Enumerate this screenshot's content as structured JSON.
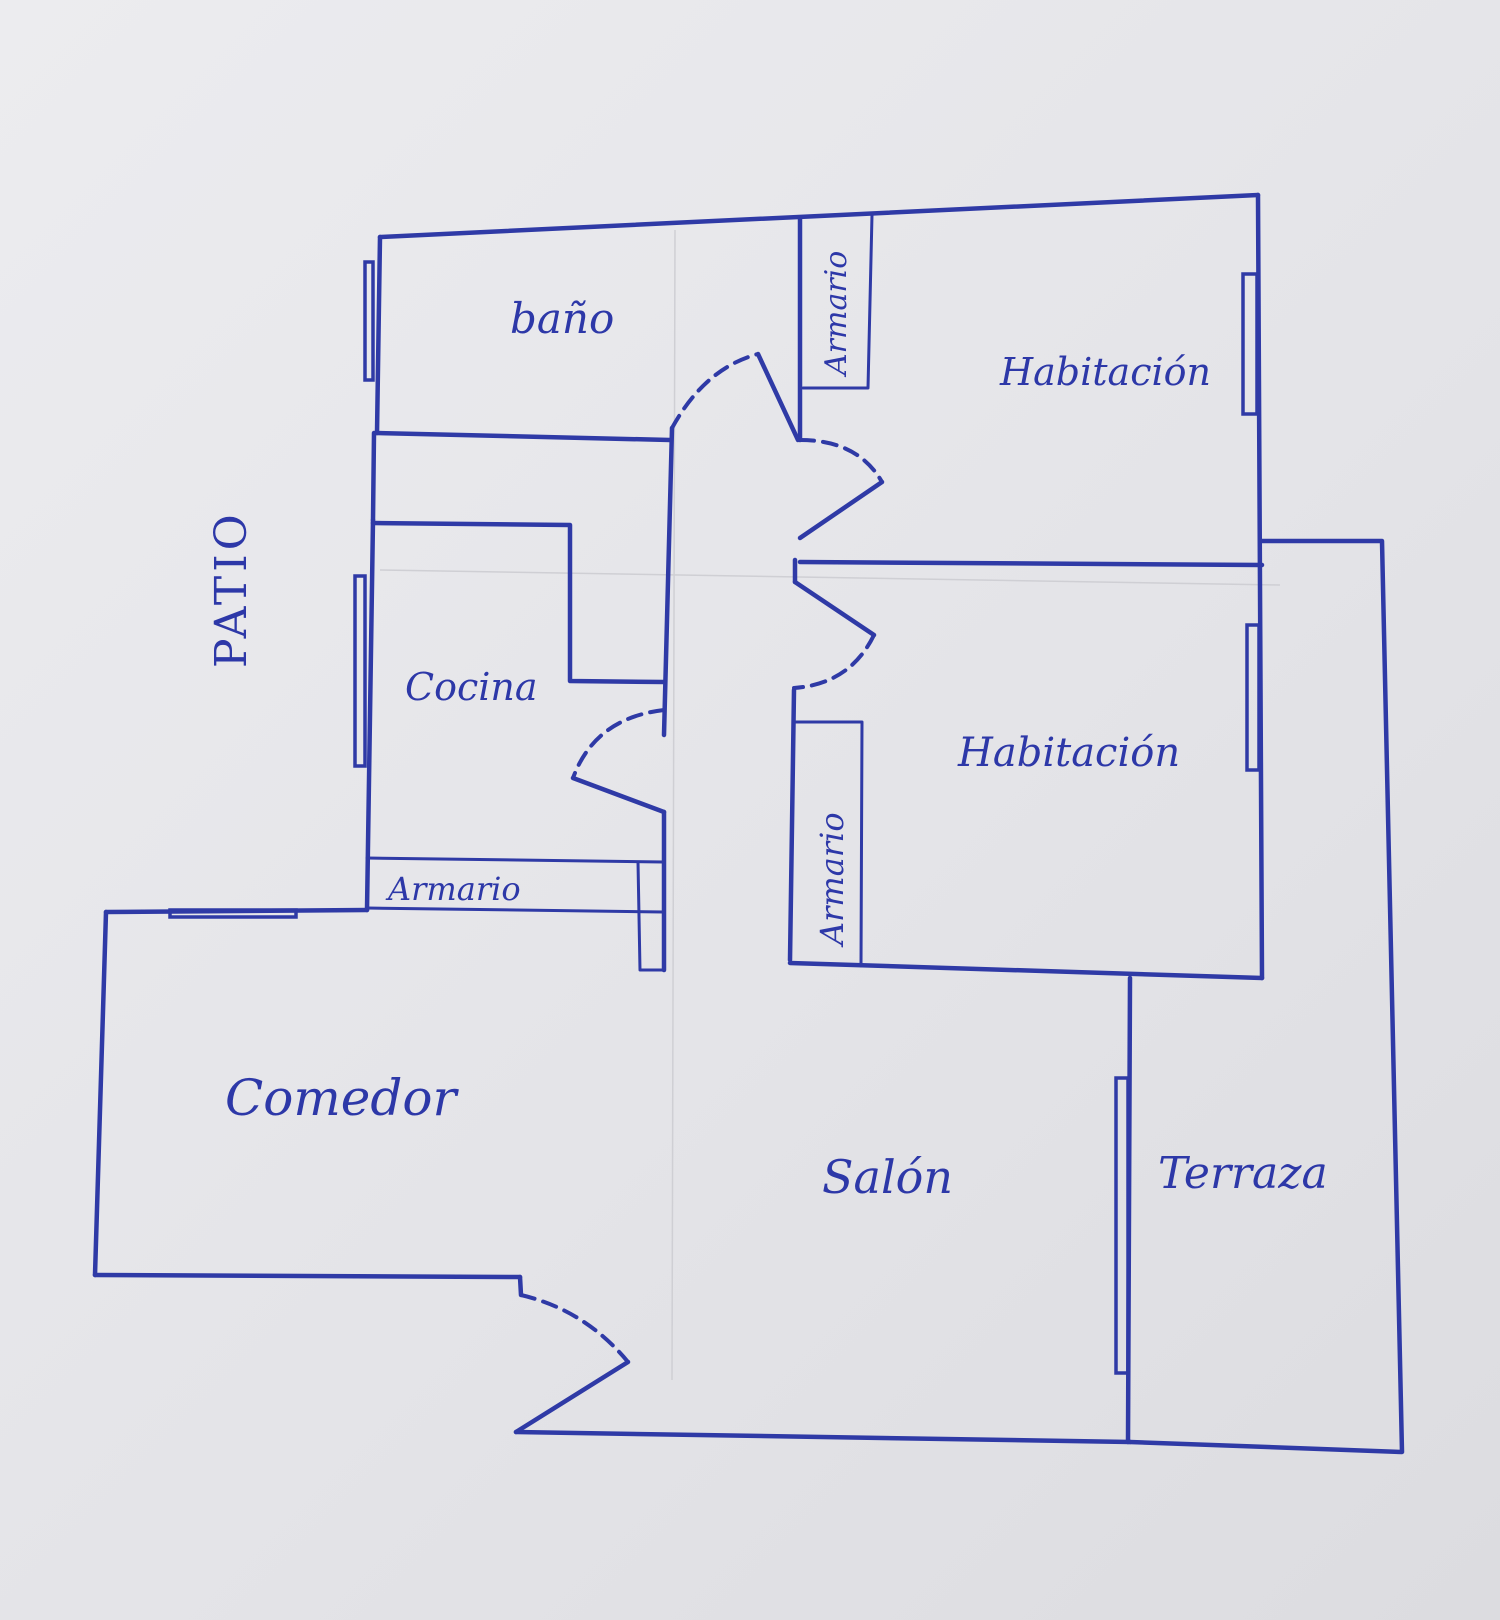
{
  "colors": {
    "ink": "#2f3aa6",
    "paper": "#ececef"
  },
  "rooms": {
    "bano": "baño",
    "armario_top": "Armario",
    "habitacion_1": "Habitación",
    "patio": "PATIO",
    "cocina": "Cocina",
    "habitacion_2": "Habitación",
    "armario_left": "Armario",
    "armario_mid": "Armario",
    "comedor": "Comedor",
    "salon": "Salón",
    "terraza": "Terraza"
  }
}
